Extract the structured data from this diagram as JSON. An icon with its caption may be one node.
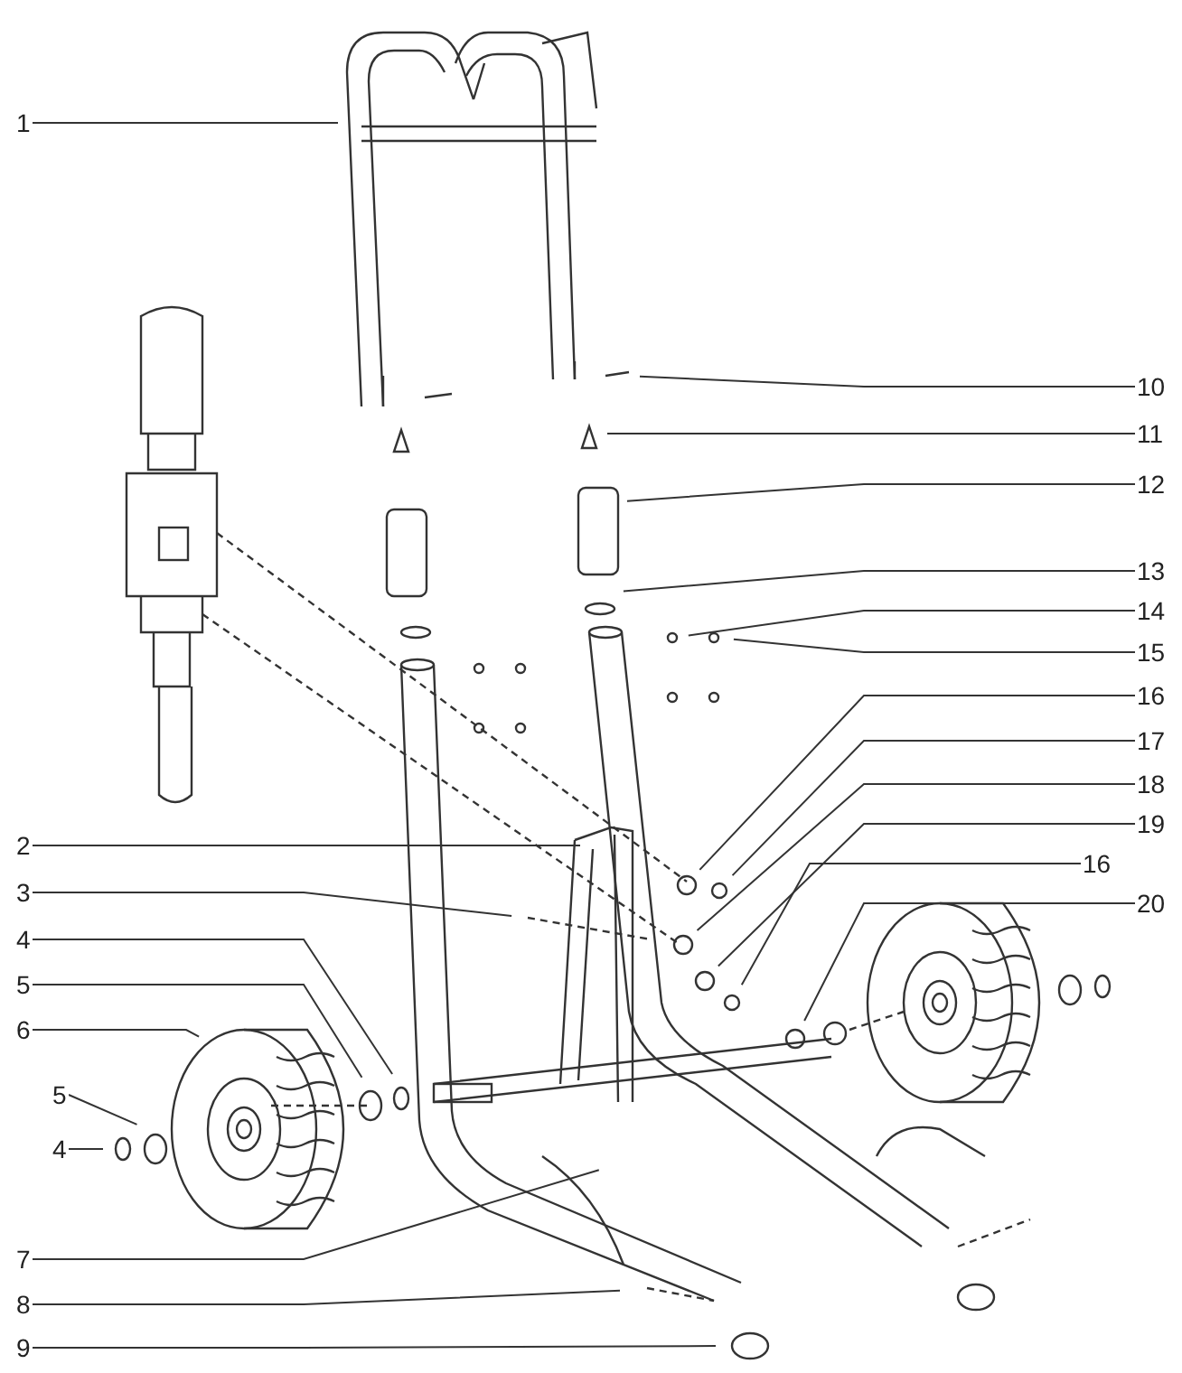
{
  "diagram": {
    "nodes": [
      {
        "text": [
          "1"
        ]
      },
      {
        "text": [
          "10"
        ]
      },
      {
        "text": [
          "11"
        ]
      },
      {
        "text": [
          "12"
        ]
      },
      {
        "text": [
          "13"
        ]
      },
      {
        "text": [
          "14"
        ]
      },
      {
        "text": [
          "15"
        ]
      },
      {
        "text": [
          "16"
        ]
      },
      {
        "text": [
          "17"
        ]
      },
      {
        "text": [
          "18"
        ]
      },
      {
        "text": [
          "19"
        ]
      },
      {
        "text": [
          "16"
        ]
      },
      {
        "text": [
          "20"
        ]
      },
      {
        "text": [
          "2"
        ]
      },
      {
        "text": [
          "3"
        ]
      },
      {
        "text": [
          "4"
        ]
      },
      {
        "text": [
          "5"
        ]
      },
      {
        "text": [
          "6"
        ]
      },
      {
        "text": [
          "5"
        ]
      },
      {
        "text": [
          "4"
        ]
      },
      {
        "text": [
          "7"
        ]
      },
      {
        "text": [
          "8"
        ]
      },
      {
        "text": [
          "9"
        ]
      }
    ],
    "edges": [
      {
        "from": 0,
        "to": null,
        "arrow": "none"
      },
      {
        "from": 1,
        "to": null,
        "arrow": "none"
      },
      {
        "from": 2,
        "to": null,
        "arrow": "none"
      },
      {
        "from": 3,
        "to": null,
        "arrow": "none"
      },
      {
        "from": 4,
        "to": null,
        "arrow": "none"
      },
      {
        "from": 5,
        "to": null,
        "arrow": "none"
      },
      {
        "from": 6,
        "to": null,
        "arrow": "none"
      },
      {
        "from": 7,
        "to": null,
        "arrow": "none"
      },
      {
        "from": 8,
        "to": null,
        "arrow": "none"
      },
      {
        "from": 9,
        "to": null,
        "arrow": "none"
      },
      {
        "from": 10,
        "to": null,
        "arrow": "none"
      },
      {
        "from": 11,
        "to": null,
        "arrow": "none"
      },
      {
        "from": 12,
        "to": null,
        "arrow": "none"
      },
      {
        "from": 13,
        "to": null,
        "arrow": "none"
      },
      {
        "from": 14,
        "to": null,
        "arrow": "none"
      },
      {
        "from": 15,
        "to": null,
        "arrow": "none"
      },
      {
        "from": 16,
        "to": null,
        "arrow": "none"
      },
      {
        "from": 17,
        "to": null,
        "arrow": "none"
      },
      {
        "from": 18,
        "to": null,
        "arrow": "none"
      },
      {
        "from": 19,
        "to": null,
        "arrow": "none"
      },
      {
        "from": 20,
        "to": null,
        "arrow": "none"
      },
      {
        "from": 21,
        "to": null,
        "arrow": "none"
      },
      {
        "from": 22,
        "to": null,
        "arrow": "none"
      }
    ]
  }
}
